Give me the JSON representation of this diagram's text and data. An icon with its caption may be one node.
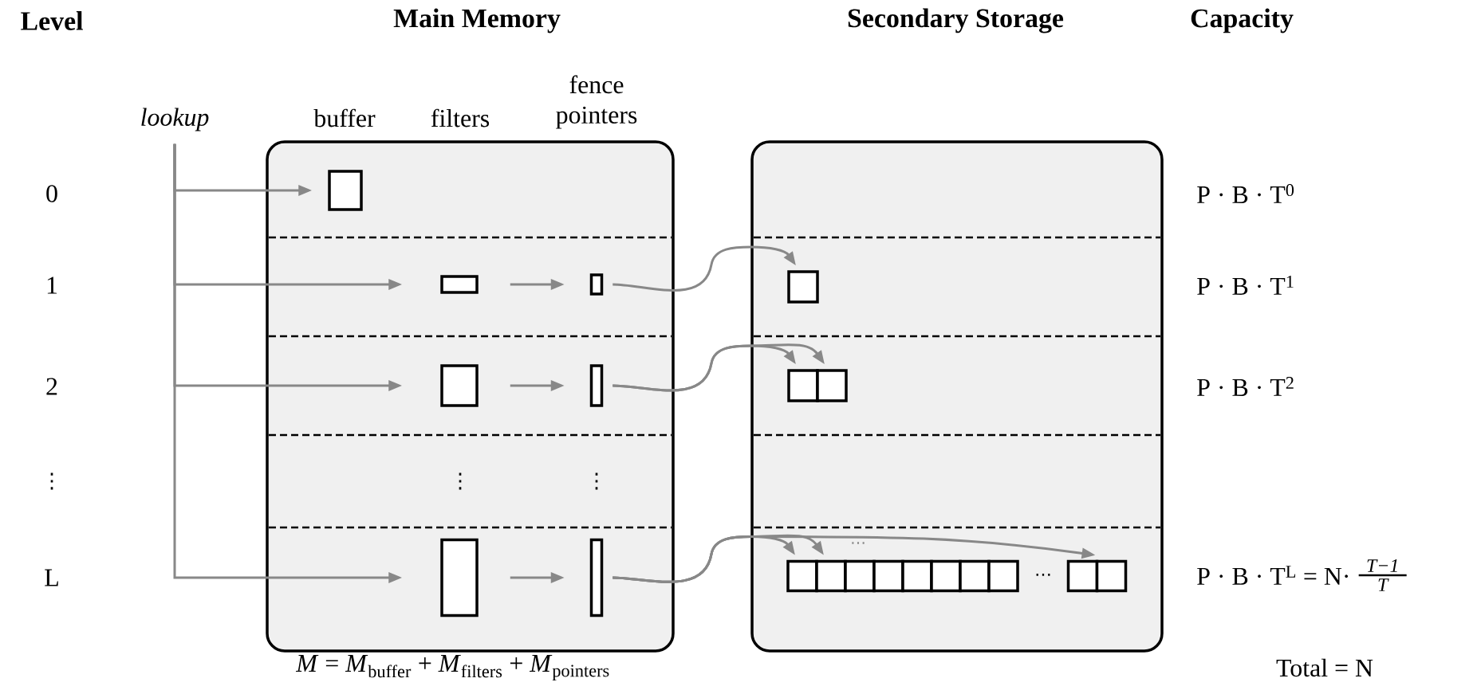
{
  "diagram": {
    "nodes": [
      {
        "text": [
          "Main Memory"
        ]
      },
      {
        "text": [
          "Secondary Storage"
        ]
      },
      {
        "text": [
          "lookup"
        ]
      },
      {
        "text": [],
        "shape": "box",
        "in": 0
      },
      {
        "text": [],
        "shape": "box",
        "in": 0
      },
      {
        "text": [],
        "shape": "box",
        "in": 0
      },
      {
        "text": [],
        "shape": "box",
        "in": 0
      },
      {
        "text": [],
        "shape": "box",
        "in": 0
      },
      {
        "text": [],
        "shape": "box",
        "in": 0
      },
      {
        "text": [],
        "shape": "box",
        "in": 0
      },
      {
        "text": [],
        "shape": "box",
        "in": 1
      },
      {
        "text": [],
        "shape": "box",
        "in": 1
      },
      {
        "text": [],
        "shape": "box",
        "in": 1
      },
      {
        "text": [],
        "shape": "box",
        "in": 1
      },
      {
        "text": [],
        "shape": "box",
        "in": 1
      },
      {
        "text": [],
        "shape": "box",
        "in": 1
      },
      {
        "text": [],
        "shape": "box",
        "in": 1
      },
      {
        "text": [],
        "shape": "box",
        "in": 1
      },
      {
        "text": [],
        "shape": "box",
        "in": 1
      },
      {
        "text": [],
        "shape": "box",
        "in": 1
      },
      {
        "text": [],
        "shape": "box",
        "in": 1
      },
      {
        "text": [],
        "shape": "box",
        "in": 1
      },
      {
        "text": [],
        "shape": "box",
        "in": 1
      }
    ],
    "edges": [
      {
        "from": 2,
        "to": 3,
        "arrow": "to"
      },
      {
        "from": 2,
        "to": 4,
        "arrow": "to"
      },
      {
        "from": 2,
        "to": 5,
        "arrow": "to"
      },
      {
        "from": 2,
        "to": 6,
        "arrow": "to"
      },
      {
        "from": 4,
        "to": 7,
        "arrow": "to"
      },
      {
        "from": 5,
        "to": 8,
        "arrow": "to"
      },
      {
        "from": 6,
        "to": 9,
        "arrow": "to"
      },
      {
        "from": 7,
        "to": 10,
        "arrow": "to"
      },
      {
        "from": 8,
        "to": 11,
        "arrow": "to"
      },
      {
        "from": 8,
        "to": 12,
        "arrow": "to"
      },
      {
        "from": 9,
        "to": 13,
        "arrow": "to"
      },
      {
        "from": 9,
        "to": 14,
        "arrow": "to"
      },
      {
        "from": 9,
        "to": 21,
        "arrow": "to"
      }
    ],
    "labels": [
      "Level",
      "Capacity",
      "buffer",
      "filters",
      "fence pointers",
      "0",
      "1",
      "2",
      "⋮",
      "L",
      "⋮",
      "⋮",
      "⋯",
      "⋯",
      "P · B · T$^{0}$",
      "P · B · T$^{1}$",
      "P · B · T$^{2}$",
      "P · B · T$^{L}$ = N·",
      "T−1",
      "T",
      "*M* = *M*$_{buffer}$ + *M*$_{filters}$ + *M*$_{pointers}$",
      "Total = N"
    ]
  }
}
